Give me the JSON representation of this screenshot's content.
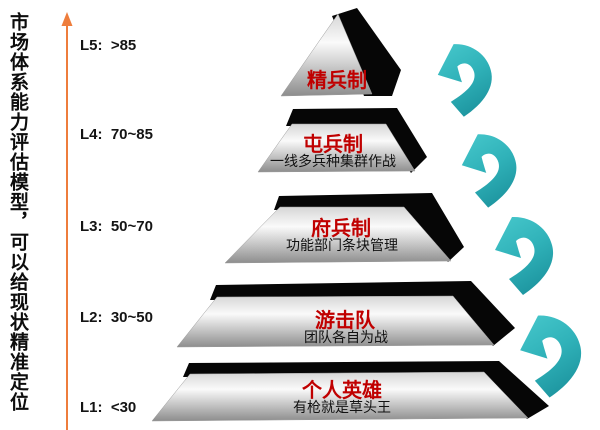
{
  "side_title": "市场体系能力评估模型，可以给现状精准定位",
  "axis": {
    "orientation": "vertical",
    "color": "#ee7d3c",
    "levels": [
      {
        "id": "L5",
        "label": "L5:  >85"
      },
      {
        "id": "L4",
        "label": "L4:  70~85"
      },
      {
        "id": "L3",
        "label": "L3:  50~70"
      },
      {
        "id": "L2",
        "label": "L2:  30~50"
      },
      {
        "id": "L1",
        "label": "L1:  <30"
      }
    ]
  },
  "pyramid": {
    "tiers": [
      {
        "level": "L5",
        "title": "精兵制",
        "subtitle": ""
      },
      {
        "level": "L4",
        "title": "屯兵制",
        "subtitle": "一线多兵种集群作战"
      },
      {
        "level": "L3",
        "title": "府兵制",
        "subtitle": "功能部门条块管理"
      },
      {
        "level": "L2",
        "title": "游击队",
        "subtitle": "团队各自为战"
      },
      {
        "level": "L1",
        "title": "个人英雄",
        "subtitle": "有枪就是草头王"
      }
    ]
  },
  "arrows": {
    "icon": "cycle-arrow",
    "count": 4,
    "color_light": "#45c8cc",
    "color_dark": "#1f98a2",
    "meaning": "level-up cycle between adjacent tiers"
  },
  "colors": {
    "tier_title_red": "#c00000",
    "tier_face_gray": "#bfbfbf",
    "tier_band_black": "#060606",
    "axis_orange": "#ee7d3c",
    "background": "#ffffff"
  }
}
